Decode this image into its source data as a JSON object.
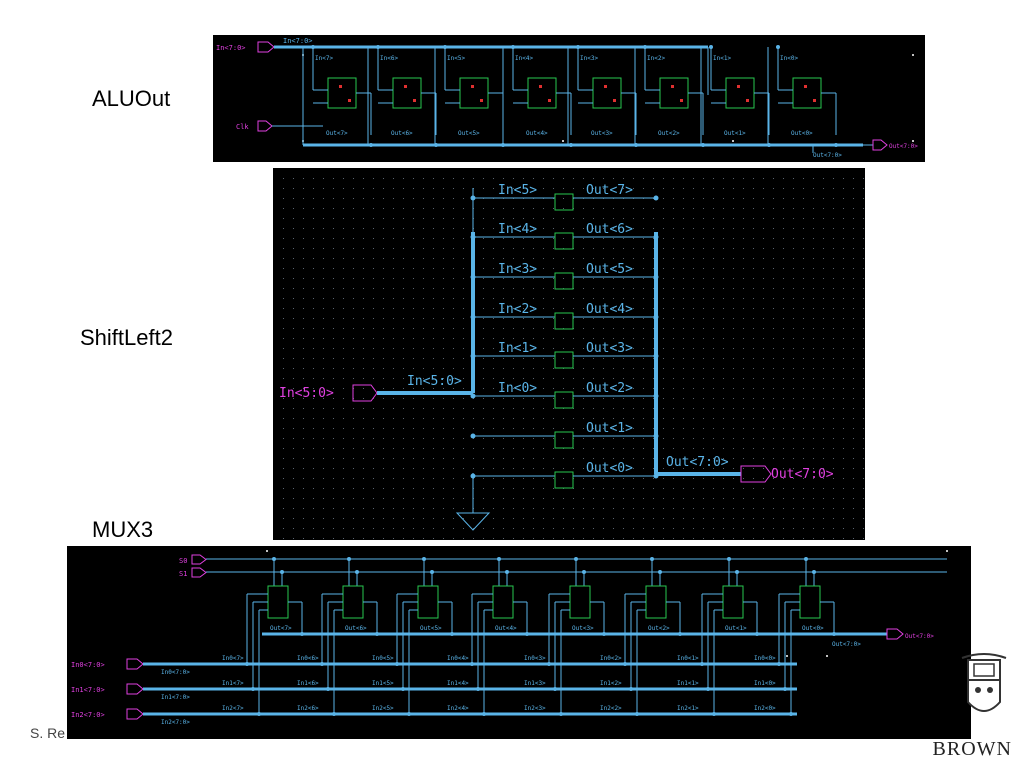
{
  "labels": {
    "aluout": "ALUOut",
    "shiftleft2": "ShiftLeft2",
    "mux3": "MUX3"
  },
  "footer": {
    "author": "S. Re"
  },
  "logo": {
    "text": "BROWN"
  },
  "colors": {
    "wire": "#5ab4e8",
    "bus": "#4fb6ee",
    "cell": "#28c850",
    "pin": "#e040e0",
    "text": "#5ab4e8",
    "grid": "#5a6470"
  },
  "aluout": {
    "input_pin": "In<7:0>",
    "clock_pin": "Clk",
    "output_pin": "Out<7:0>",
    "bus_in_label": "In<7:0>",
    "bus_out_label": "Out<7:0>",
    "in_labels": [
      "In<7>",
      "In<6>",
      "In<5>",
      "In<4>",
      "In<3>",
      "In<2>",
      "In<1>",
      "In<0>"
    ],
    "out_labels": [
      "Out<7>",
      "Out<6>",
      "Out<5>",
      "Out<4>",
      "Out<3>",
      "Out<2>",
      "Out<1>",
      "Out<0>"
    ]
  },
  "shiftleft2": {
    "input_pin": "In<5:0>",
    "output_pin": "Out<7:0>",
    "bus_in_label": "In<5:0>",
    "bus_out_label": "Out<7:0>",
    "in_labels": [
      "In<5>",
      "In<4>",
      "In<3>",
      "In<2>",
      "In<1>",
      "In<0>",
      "",
      ""
    ],
    "out_labels": [
      "Out<7>",
      "Out<6>",
      "Out<5>",
      "Out<4>",
      "Out<3>",
      "Out<2>",
      "Out<1>",
      "Out<0>"
    ]
  },
  "mux3": {
    "select_pins": [
      "S0",
      "S1"
    ],
    "input_pins": [
      "In0<7:0>",
      "In1<7:0>",
      "In2<7:0>"
    ],
    "output_pin": "Out<7:0>",
    "bus_labels": [
      "In0<7:0>",
      "In1<7:0>",
      "In2<7:0>"
    ],
    "bus_out_label": "Out<7:0>",
    "out_labels": [
      "Out<7>",
      "Out<6>",
      "Out<5>",
      "Out<4>",
      "Out<3>",
      "Out<2>",
      "Out<1>",
      "Out<0>"
    ],
    "in0_labels": [
      "In0<7>",
      "In0<6>",
      "In0<5>",
      "In0<4>",
      "In0<3>",
      "In0<2>",
      "In0<1>",
      "In0<0>"
    ],
    "in1_labels": [
      "In1<7>",
      "In1<6>",
      "In1<5>",
      "In1<4>",
      "In1<3>",
      "In1<2>",
      "In1<1>",
      "In1<0>"
    ],
    "in2_labels": [
      "In2<7>",
      "In2<6>",
      "In2<5>",
      "In2<4>",
      "In2<3>",
      "In2<2>",
      "In2<1>",
      "In2<0>"
    ]
  }
}
